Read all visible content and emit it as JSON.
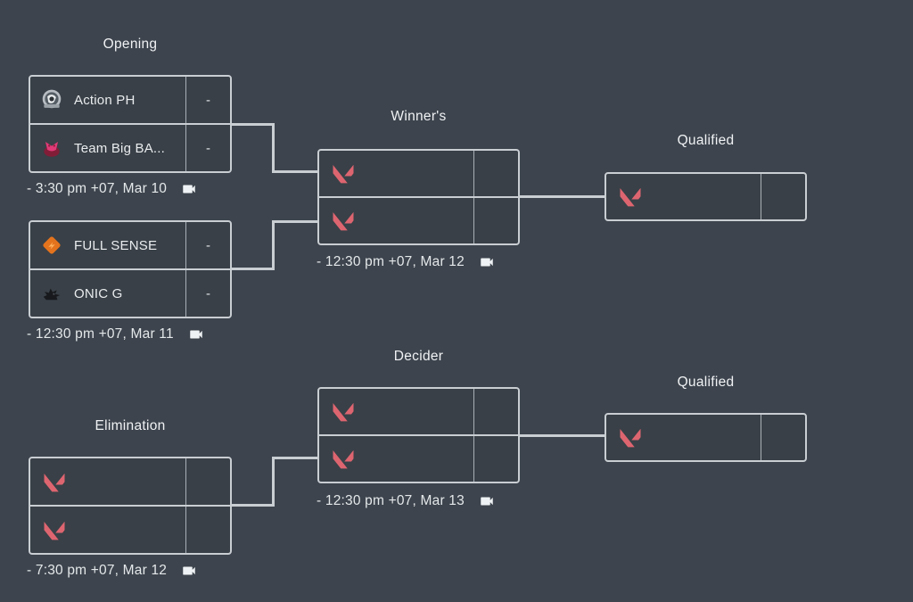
{
  "opening": {
    "header": "Opening",
    "match1": {
      "team1": {
        "name": "Action PH",
        "score": "-"
      },
      "team2": {
        "name": "Team Big BA...",
        "score": "-"
      },
      "time": "- 3:30 pm +07, Mar 10"
    },
    "match2": {
      "team1": {
        "name": "FULL SENSE",
        "score": "-"
      },
      "team2": {
        "name": "ONIC G",
        "score": "-"
      },
      "time": "- 12:30 pm +07, Mar 11"
    }
  },
  "winners": {
    "header": "Winner's",
    "time": "- 12:30 pm +07, Mar 12"
  },
  "qualified_top": {
    "header": "Qualified"
  },
  "decider": {
    "header": "Decider",
    "time": "- 12:30 pm +07, Mar 13"
  },
  "elimination": {
    "header": "Elimination",
    "time": "- 7:30 pm +07, Mar 12"
  },
  "qualified_bottom": {
    "header": "Qualified"
  },
  "tbd": {
    "name": "",
    "score": ""
  },
  "icons": {
    "placeholder_slot": "valorant-logo-icon",
    "stream": "camera-icon",
    "teams": [
      "action-ph-logo",
      "team-big-bam-logo",
      "full-sense-logo",
      "onic-g-logo"
    ]
  },
  "colors": {
    "background": "#3d444d",
    "box_fill": "#394047",
    "border": "#c9ced3",
    "text": "#e9ecee",
    "valorant_red": "#dd6570",
    "full_sense_orange": "#e4731d",
    "team_big_bam_pink": "#e03a77"
  }
}
